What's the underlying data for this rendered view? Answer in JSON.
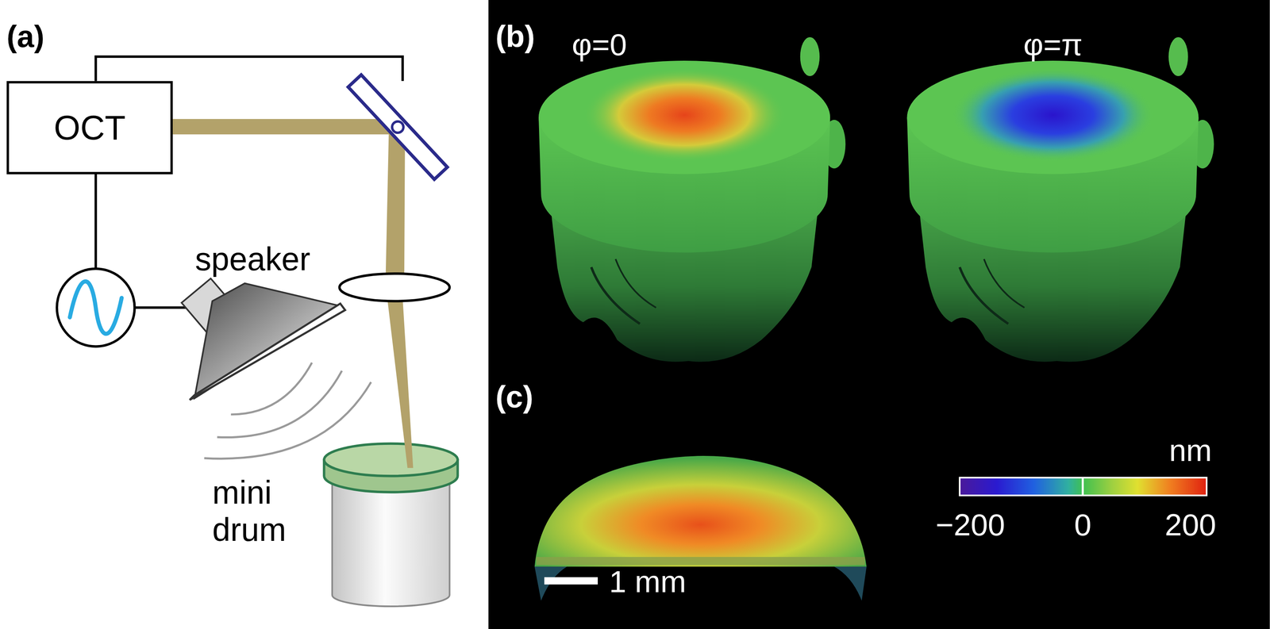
{
  "diagram": {
    "nodes": [
      {
        "text": [
          "OCT"
        ]
      }
    ],
    "labels": [
      "(a)",
      "speaker",
      "mini drum",
      "(b)",
      "φ=0",
      "φ=π",
      "(c)",
      "1 mm",
      "nm",
      "−200",
      "0",
      "200"
    ]
  }
}
